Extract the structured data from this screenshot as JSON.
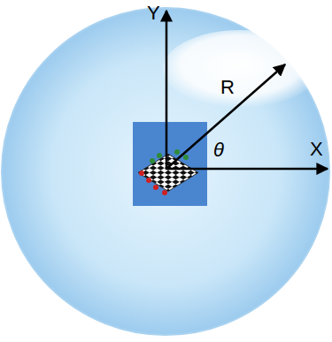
{
  "diagram": {
    "labels": [
      "Y",
      "R",
      "θ",
      "X"
    ]
  }
}
